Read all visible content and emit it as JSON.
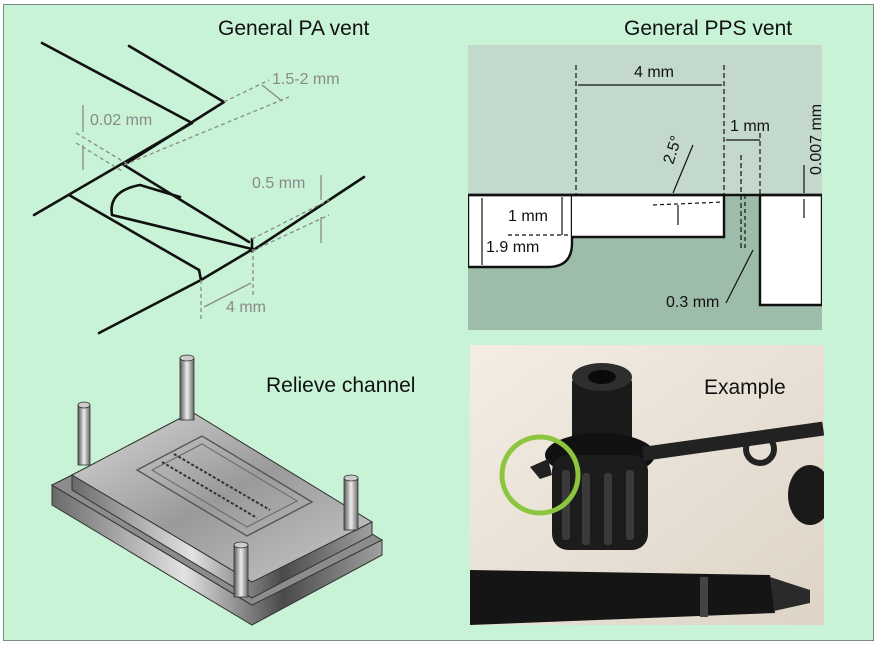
{
  "pa_vent": {
    "title": "General PA vent",
    "dim_width": "1.5-2 mm",
    "dim_depth_top": "0.02 mm",
    "dim_depth_side": "0.5 mm",
    "dim_land": "4 mm"
  },
  "pps_vent": {
    "title": "General PPS vent",
    "dim_land": "4 mm",
    "dim_angle": "2.5°",
    "dim_gap": "1 mm",
    "dim_depth": "0.007 mm",
    "dim_step": "1 mm",
    "dim_total": "1.9 mm",
    "dim_slot": "0.3 mm"
  },
  "relieve": {
    "title": "Relieve channel"
  },
  "example": {
    "title": "Example"
  },
  "colors": {
    "background": "#c8f3d6",
    "pps_top_fill": "#c2d9cc",
    "pps_bottom_fill": "#9dbca9",
    "dimension_gray": "#8a8a8a",
    "highlight_circle": "#8cc63f"
  }
}
